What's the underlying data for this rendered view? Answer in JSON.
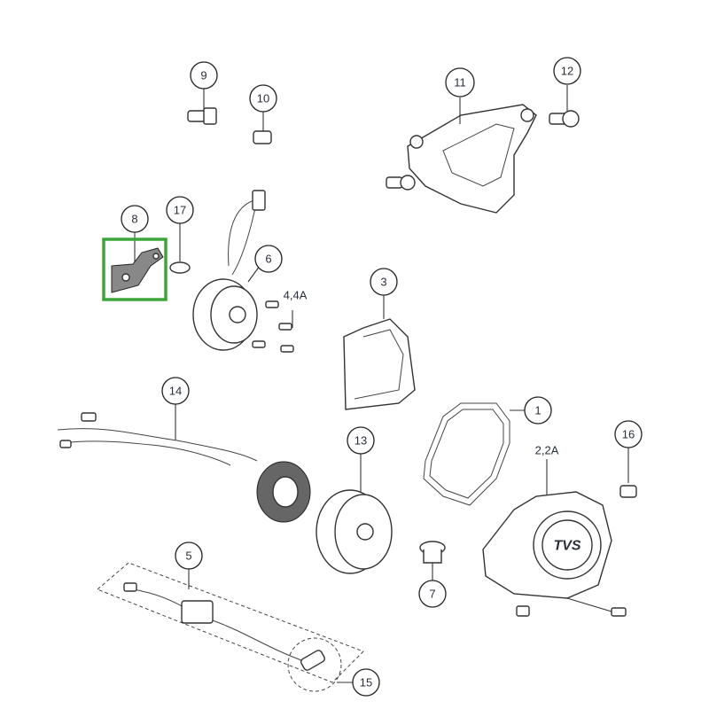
{
  "diagram": {
    "callouts": [
      "9",
      "10",
      "11",
      "12",
      "8",
      "17",
      "6",
      "4,4A",
      "3",
      "14",
      "1",
      "16",
      "2,2A",
      "13",
      "7",
      "5",
      "15"
    ],
    "logo_text": "TVS",
    "highlight_color": "#3aa63a",
    "highlighted_part": "8"
  }
}
